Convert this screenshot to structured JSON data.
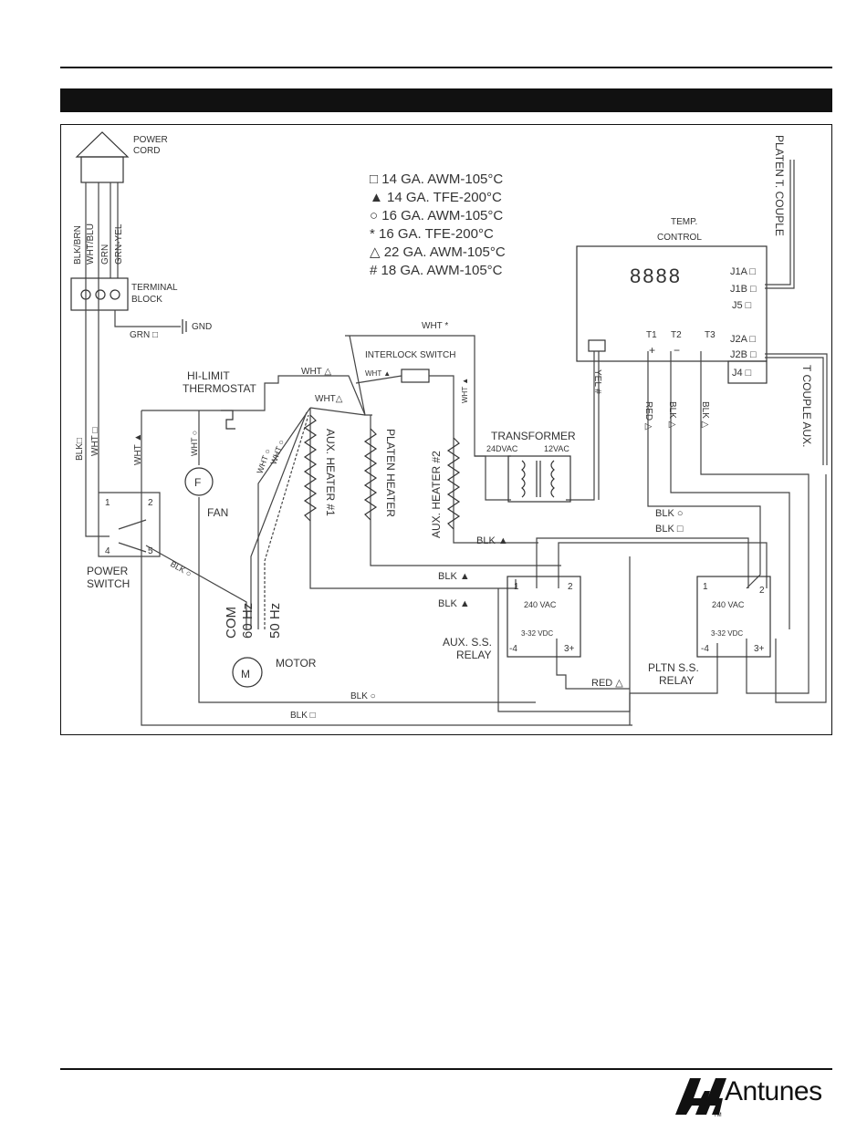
{
  "diagram": {
    "power_cord": [
      "POWER",
      "CORD"
    ],
    "cord_wires": [
      "BLK/BRN",
      "WHT/BLU",
      "GRN",
      "GRN-YEL"
    ],
    "terminal_block": [
      "TERMINAL",
      "BLOCK"
    ],
    "grn": "GRN □",
    "gnd": "GND",
    "legend": [
      "□ 14 GA. AWM-105°C",
      "▲ 14 GA. TFE-200°C",
      "○ 16 GA. AWM-105°C",
      "* 16 GA. TFE-200°C",
      "△ 22 GA. AWM-105°C",
      "# 18 GA. AWM-105°C"
    ],
    "temp_control": [
      "TEMP.",
      "CONTROL"
    ],
    "display": "8888",
    "pins_right": [
      "J1A □",
      "J1B □",
      "J5 □",
      "J2A □",
      "J2B □",
      "J4 □"
    ],
    "t_terminals": [
      "T1",
      "T2",
      "T3"
    ],
    "t_signs": [
      "+",
      "−"
    ],
    "platen_t_couple": "PLATEN T. COUPLE",
    "t_couple_aux": "T COUPLE AUX.",
    "interlock": "INTERLOCK SWITCH",
    "wht_star": "WHT *",
    "wht_tri": "WHT ▲",
    "wht_tri2": "WHT ▲",
    "hi_limit": [
      "HI-LIMIT",
      "THERMOSTAT"
    ],
    "wht_open1": "WHT △",
    "wht_open2": "WHT△",
    "wht_circ": "WHT ○",
    "wht_circ_a": "WHT ○",
    "wht_circ_b": "WHT ○",
    "aux1": "AUX. HEATER #1",
    "platen_heater": "PLATEN HEATER",
    "aux2": "AUX. HEATER #2",
    "transformer": "TRANSFORMER",
    "v24": "24DVAC",
    "v12": "12VAC",
    "yel": "YEL #",
    "red_tri": "RED △",
    "blk_tri1": "BLK △",
    "blk_tri2": "BLK △",
    "blk_sq": "BLK□",
    "wht_sq": "WHT □",
    "wht_fill": "WHT ▲",
    "fan": "FAN",
    "f": "F",
    "power_switch": [
      "POWER",
      "SWITCH"
    ],
    "sw_pins": [
      "1",
      "2",
      "4",
      "5"
    ],
    "blk_circ_diag": "BLK ○",
    "com": "COM",
    "hz60": "60 Hz",
    "hz50": "50 Hz",
    "m": "M",
    "motor": "MOTOR",
    "blk_fill1": "BLK ▲",
    "blk_fill2": "BLK ▲",
    "blk_fill3": "BLK ▲",
    "blk_circ_r": "BLK ○",
    "blk_sq_r": "BLK □",
    "relay_240": "240 VAC",
    "relay_vdc": "3-32 VDC",
    "relay_pins": [
      "1",
      "2",
      "-4",
      "3+"
    ],
    "aux_relay": [
      "AUX. S.S.",
      "RELAY"
    ],
    "pltn_relay": [
      "PLTN S.S.",
      "RELAY"
    ],
    "red_open": "RED △",
    "blk_circ_bot": "BLK ○",
    "blk_sq_bot": "BLK □"
  },
  "footer": {
    "brand": "Antunes",
    "tm": "TM"
  }
}
